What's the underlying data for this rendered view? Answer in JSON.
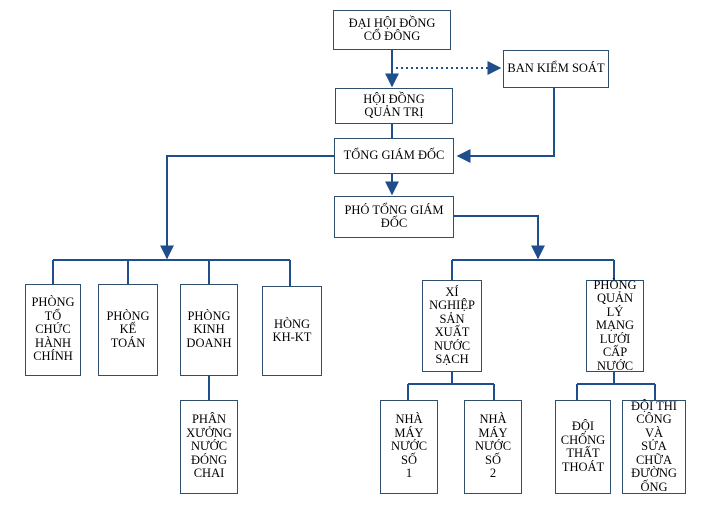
{
  "colors": {
    "connector": "#1f4e8c",
    "box_border": "#2f4f6f",
    "text": "#000000"
  },
  "nodes": {
    "dhdcd": {
      "label": "ĐẠI HỘI ĐỒNG\nCỔ ĐÔNG"
    },
    "bks": {
      "label": "BAN KIỂM SOÁT"
    },
    "hdqt": {
      "label": "HỘI ĐỒNG\nQUẢN TRỊ"
    },
    "tgd": {
      "label": "TỔNG GIÁM ĐỐC"
    },
    "ptgd": {
      "label": "PHÓ TỔNG GIÁM\nĐỐC"
    },
    "tchc": {
      "label": "PHÒNG\nTỔ CHỨC\nHÀNH\nCHÍNH"
    },
    "kt": {
      "label": "PHÒNG\nKẾ TOÁN"
    },
    "kd": {
      "label": "PHÒNG\nKINH\nDOANH"
    },
    "khkt": {
      "label": "HÒNG\nKH-KT"
    },
    "pxnc": {
      "label": "PHÂN\nXƯỞNG\nNƯỚC\nĐÓNG\nCHAI"
    },
    "xn": {
      "label": "XÍ\nNGHIỆP\nSẢN\nXUẤT\nNƯỚC\nSẠCH"
    },
    "qlml": {
      "label": "PHÒNG\nQUẢN LÝ\nMẠNG\nLƯỚI CẤP\nNƯỚC"
    },
    "nm1": {
      "label": "NHÀ\nMÁY\nNƯỚC SỐ\n1"
    },
    "nm2": {
      "label": "NHÀ\nMÁY\nNƯỚC SỐ\n2"
    },
    "dctt": {
      "label": "ĐỘI\nCHỐNG\nTHẤT\nTHOÁT"
    },
    "dtc": {
      "label": "ĐỘI THI\nCÔNG VÀ\nSỬA\nCHỮA\nĐƯỜNG\nỐNG"
    }
  }
}
